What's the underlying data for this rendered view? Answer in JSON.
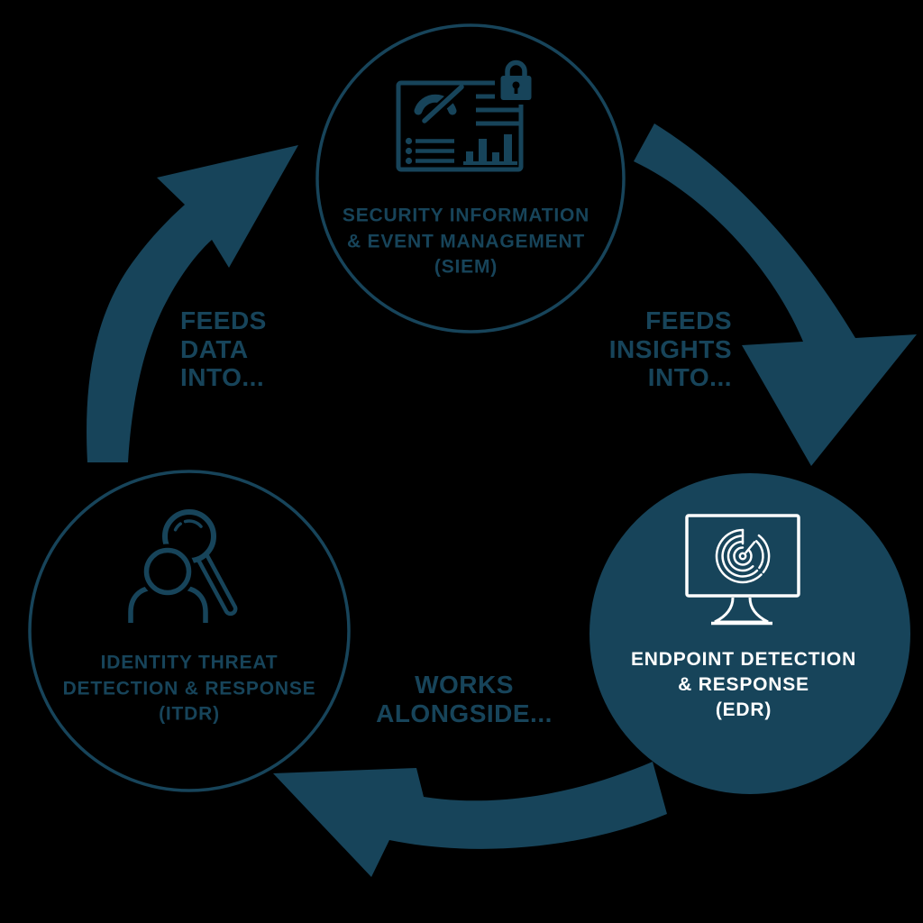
{
  "colors": {
    "background": "#000000",
    "accent": "#17445A",
    "label_on_dark": "#FFFFFF"
  },
  "nodes": {
    "siem": {
      "lines": [
        "SECURITY INFORMATION",
        "& EVENT MANAGEMENT",
        "(SIEM)"
      ],
      "style": "outlined",
      "icon": "dashboard-gauge-lock-icon"
    },
    "edr": {
      "lines": [
        "ENDPOINT DETECTION",
        "& RESPONSE",
        "(EDR)"
      ],
      "style": "filled",
      "icon": "monitor-radar-icon"
    },
    "itdr": {
      "lines": [
        "IDENTITY THREAT",
        "DETECTION & RESPONSE",
        "(ITDR)"
      ],
      "style": "outlined",
      "icon": "person-magnifier-icon"
    }
  },
  "edges": {
    "itdr_to_siem": {
      "from": "ITDR",
      "to": "SIEM",
      "lines": [
        "FEEDS",
        "DATA",
        "INTO..."
      ]
    },
    "siem_to_edr": {
      "from": "SIEM",
      "to": "EDR",
      "lines": [
        "FEEDS",
        "INSIGHTS",
        "INTO..."
      ]
    },
    "edr_to_itdr": {
      "from": "EDR",
      "to": "ITDR",
      "lines": [
        "WORKS",
        "ALONGSIDE..."
      ]
    }
  }
}
